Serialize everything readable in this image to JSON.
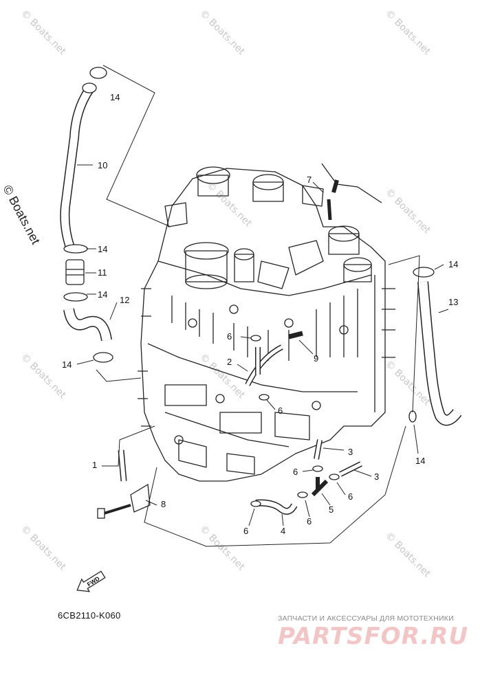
{
  "diagram": {
    "copyright": "© Boats.net",
    "diagram_code": "6CB2110-K060",
    "fwd_marker": "FWD",
    "watermark_text": "© Boats.net",
    "shop_tagline": "ЗАПЧАСТИ И АКСЕССУАРЫ ДЛЯ МОТОТЕХНИКИ",
    "shop_logo": "PARTSFOR.RU",
    "callouts": [
      {
        "id": "14a",
        "text": "14"
      },
      {
        "id": "10",
        "text": "10"
      },
      {
        "id": "14b",
        "text": "14"
      },
      {
        "id": "11",
        "text": "11"
      },
      {
        "id": "14c",
        "text": "14"
      },
      {
        "id": "12",
        "text": "12"
      },
      {
        "id": "14d",
        "text": "14"
      },
      {
        "id": "7",
        "text": "7"
      },
      {
        "id": "14e",
        "text": "14"
      },
      {
        "id": "13",
        "text": "13"
      },
      {
        "id": "6a",
        "text": "6"
      },
      {
        "id": "9",
        "text": "9"
      },
      {
        "id": "2",
        "text": "2"
      },
      {
        "id": "6b",
        "text": "6"
      },
      {
        "id": "14f",
        "text": "14"
      },
      {
        "id": "1",
        "text": "1"
      },
      {
        "id": "3a",
        "text": "3"
      },
      {
        "id": "6c",
        "text": "6"
      },
      {
        "id": "3b",
        "text": "3"
      },
      {
        "id": "8",
        "text": "8"
      },
      {
        "id": "6d",
        "text": "6"
      },
      {
        "id": "5",
        "text": "5"
      },
      {
        "id": "6e",
        "text": "6"
      },
      {
        "id": "6f",
        "text": "6"
      },
      {
        "id": "4",
        "text": "4"
      }
    ]
  }
}
